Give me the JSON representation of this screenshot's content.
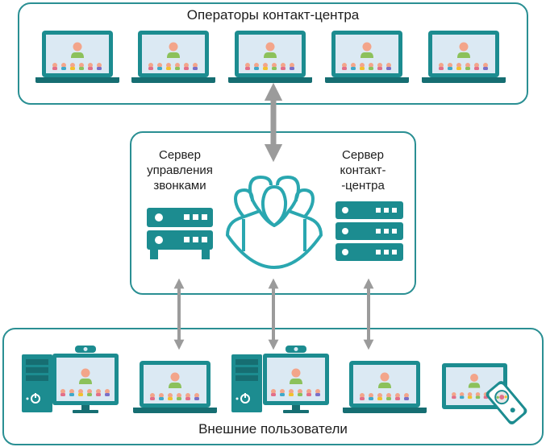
{
  "top_panel": {
    "title": "Операторы контакт-центра"
  },
  "middle_panel": {
    "left_server_label": "Сервер управления звонками",
    "right_server_label": "Сервер контакт- -центра"
  },
  "bottom_panel": {
    "title": "Внешние пользователи"
  },
  "colors": {
    "teal": "#1c8c90",
    "teal_dark": "#166e72",
    "screen_bg": "#dbe9f3",
    "arrow_gray": "#9b9b9b",
    "person_head": "#f3a58a",
    "person_body": "#8cc15b"
  },
  "icons": [
    "laptop-icon",
    "server-icon",
    "people-group-icon",
    "desktop-pc-icon",
    "webcam-icon",
    "tablet-icon",
    "remote-control-icon",
    "double-arrow-icon"
  ]
}
